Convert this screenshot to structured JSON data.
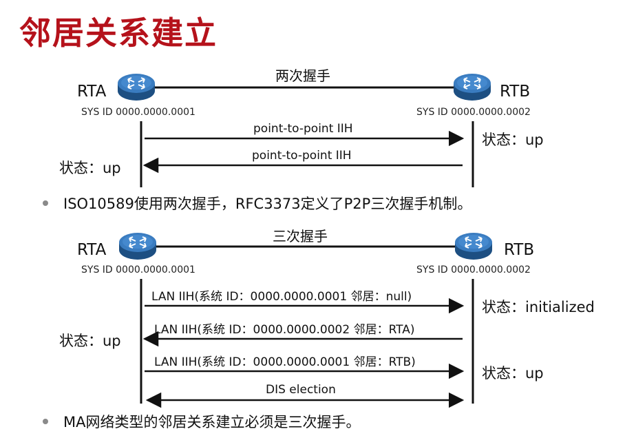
{
  "title": "邻居关系建立",
  "section1": {
    "router_a": {
      "name": "RTA",
      "sys_id": "SYS ID 0000.0000.0001"
    },
    "router_b": {
      "name": "RTB",
      "sys_id": "SYS ID 0000.0000.0002"
    },
    "handshake_label": "两次握手",
    "messages": [
      "point-to-point IIH",
      "point-to-point IIH"
    ],
    "state_a": "状态：up",
    "state_b": "状态：up",
    "bullet": "ISO10589使用两次握手，RFC3373定义了P2P三次握手机制。"
  },
  "section2": {
    "router_a": {
      "name": "RTA",
      "sys_id": "SYS ID 0000.0000.0001"
    },
    "router_b": {
      "name": "RTB",
      "sys_id": "SYS ID 0000.0000.0002"
    },
    "handshake_label": "三次握手",
    "messages": [
      "LAN IIH(系统 ID：0000.0000.0001  邻居：null)",
      "LAN IIH(系统 ID：0000.0000.0002  邻居：RTA)",
      "LAN IIH(系统 ID：0000.0000.0001  邻居：RTB)",
      "DIS  election"
    ],
    "state_b_1": "状态：initialized",
    "state_a": "状态：up",
    "state_b_2": "状态：up",
    "bullet": "MA网络类型的邻居关系建立必须是三次握手。"
  },
  "colors": {
    "title": "#b5121b",
    "router_top": "#2b6aa8",
    "router_side": "#1d4f82"
  },
  "icons": {
    "router": "router-icon"
  }
}
